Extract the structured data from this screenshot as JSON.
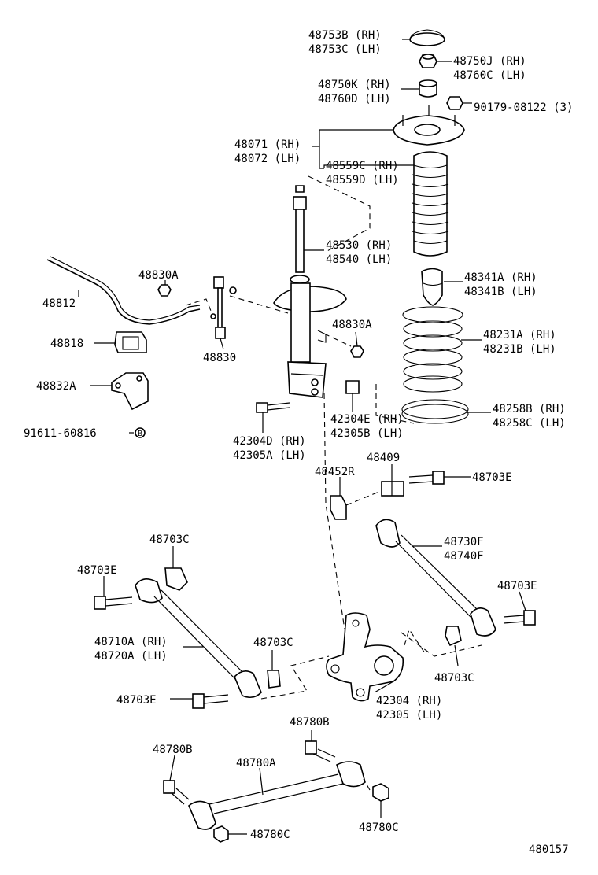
{
  "diagram": {
    "drawing_number": "480157",
    "labels": [
      {
        "id": "l01",
        "text": "48753B (RH)"
      },
      {
        "id": "l02",
        "text": "48753C (LH)"
      },
      {
        "id": "l03",
        "text": "48750J (RH)"
      },
      {
        "id": "l04",
        "text": "48760C (LH)"
      },
      {
        "id": "l05",
        "text": "48750K (RH)"
      },
      {
        "id": "l06",
        "text": "48760D (LH)"
      },
      {
        "id": "l07",
        "text": "90179-08122 (3)"
      },
      {
        "id": "l08",
        "text": "48071 (RH)"
      },
      {
        "id": "l09",
        "text": "48072 (LH)"
      },
      {
        "id": "l10",
        "text": "48559C (RH)"
      },
      {
        "id": "l11",
        "text": "48559D (LH)"
      },
      {
        "id": "l12",
        "text": "48530 (RH)"
      },
      {
        "id": "l13",
        "text": "48540 (LH)"
      },
      {
        "id": "l14",
        "text": "48830A"
      },
      {
        "id": "l15",
        "text": "48812"
      },
      {
        "id": "l16",
        "text": "48341A (RH)"
      },
      {
        "id": "l17",
        "text": "48341B (LH)"
      },
      {
        "id": "l18",
        "text": "48830A"
      },
      {
        "id": "l19",
        "text": "48818"
      },
      {
        "id": "l20",
        "text": "48830"
      },
      {
        "id": "l21",
        "text": "48231A (RH)"
      },
      {
        "id": "l22",
        "text": "48231B (LH)"
      },
      {
        "id": "l23",
        "text": "48832A"
      },
      {
        "id": "l24",
        "text": "42304E (RH)"
      },
      {
        "id": "l25",
        "text": "42305B (LH)"
      },
      {
        "id": "l26",
        "text": "48258B (RH)"
      },
      {
        "id": "l27",
        "text": "48258C (LH)"
      },
      {
        "id": "l28",
        "text": "91611-60816"
      },
      {
        "id": "l29",
        "text": "42304D (RH)"
      },
      {
        "id": "l30",
        "text": "42305A (LH)"
      },
      {
        "id": "l31",
        "text": "48409"
      },
      {
        "id": "l32",
        "text": "48452R"
      },
      {
        "id": "l33",
        "text": "48703E"
      },
      {
        "id": "l34",
        "text": "48730F"
      },
      {
        "id": "l35",
        "text": "48740F"
      },
      {
        "id": "l36",
        "text": "48703C"
      },
      {
        "id": "l37",
        "text": "48703E"
      },
      {
        "id": "l38",
        "text": "48703E"
      },
      {
        "id": "l39",
        "text": "48710A (RH)"
      },
      {
        "id": "l40",
        "text": "48720A (LH)"
      },
      {
        "id": "l41",
        "text": "48703C"
      },
      {
        "id": "l42",
        "text": "48703C"
      },
      {
        "id": "l43",
        "text": "48703E"
      },
      {
        "id": "l44",
        "text": "42304 (RH)"
      },
      {
        "id": "l45",
        "text": "42305 (LH)"
      },
      {
        "id": "l46",
        "text": "48780B"
      },
      {
        "id": "l47",
        "text": "48780B"
      },
      {
        "id": "l48",
        "text": "48780A"
      },
      {
        "id": "l49",
        "text": "48780C"
      },
      {
        "id": "l50",
        "text": "48780C"
      }
    ],
    "markers": {
      "ref_b": "B"
    }
  }
}
